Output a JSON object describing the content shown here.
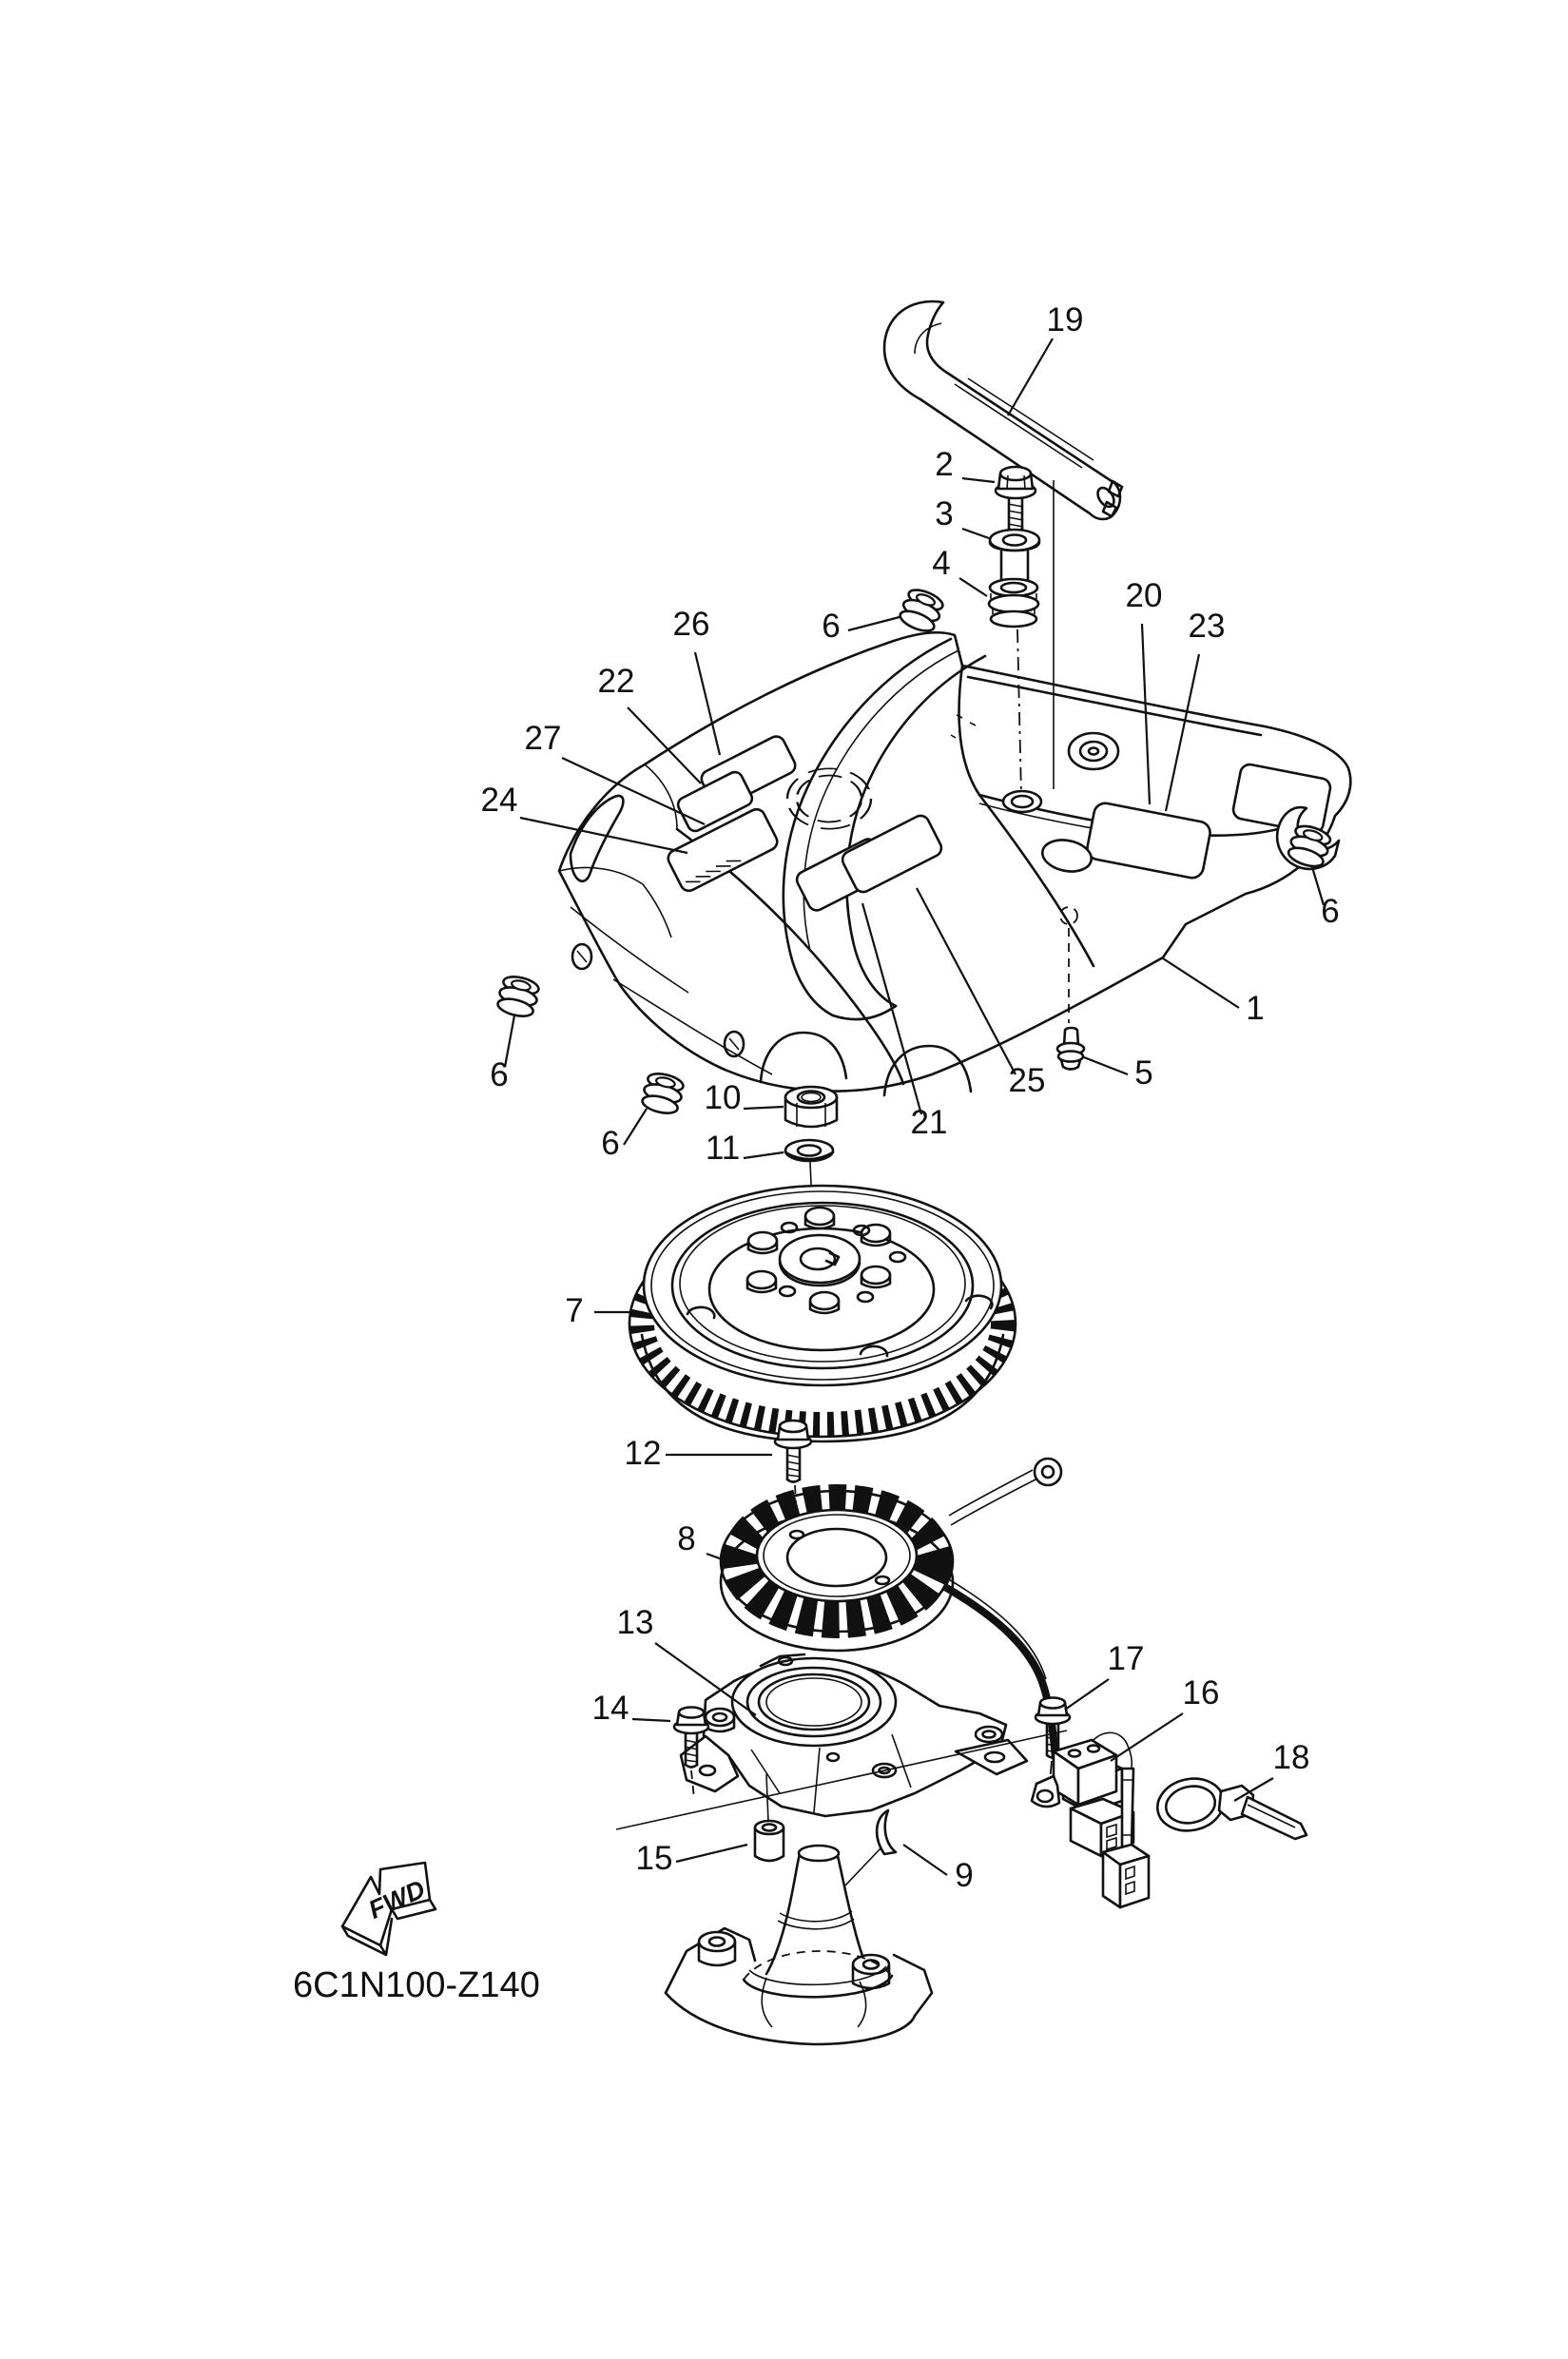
{
  "doc": {
    "drawing_code": "6C1N100-Z140",
    "fwd_label": "FWD",
    "callouts": [
      {
        "n": "19"
      },
      {
        "n": "2"
      },
      {
        "n": "3"
      },
      {
        "n": "4"
      },
      {
        "n": "6"
      },
      {
        "n": "26"
      },
      {
        "n": "22"
      },
      {
        "n": "27"
      },
      {
        "n": "24"
      },
      {
        "n": "20"
      },
      {
        "n": "23"
      },
      {
        "n": "6"
      },
      {
        "n": "1"
      },
      {
        "n": "5"
      },
      {
        "n": "6"
      },
      {
        "n": "10"
      },
      {
        "n": "11"
      },
      {
        "n": "21"
      },
      {
        "n": "25"
      },
      {
        "n": "7"
      },
      {
        "n": "12"
      },
      {
        "n": "8"
      },
      {
        "n": "13"
      },
      {
        "n": "14"
      },
      {
        "n": "17"
      },
      {
        "n": "16"
      },
      {
        "n": "18"
      },
      {
        "n": "15"
      },
      {
        "n": "9"
      }
    ]
  }
}
